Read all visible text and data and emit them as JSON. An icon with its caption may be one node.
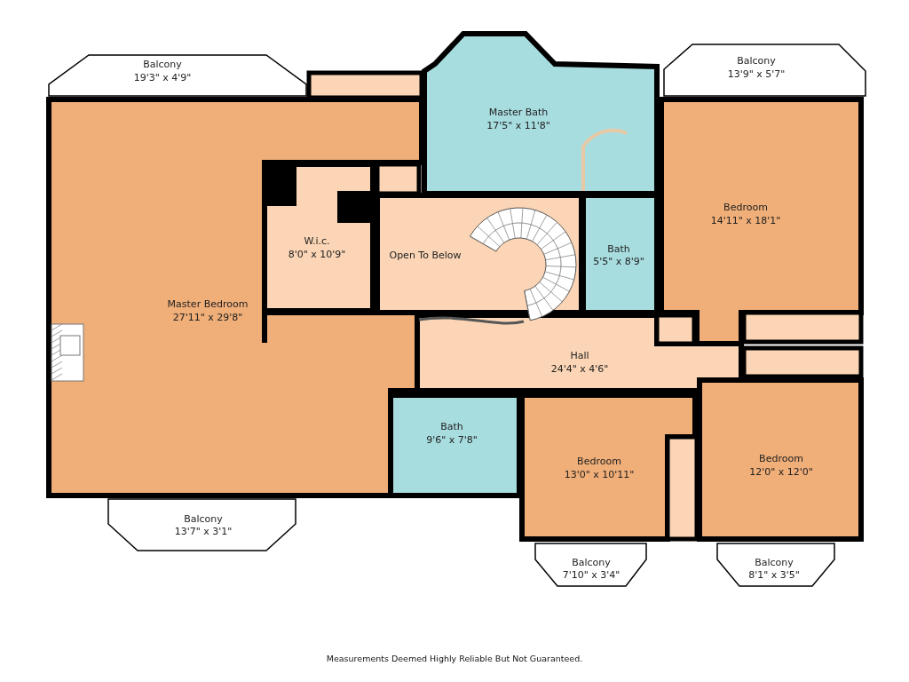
{
  "diagram": {
    "nodes": [
      {
        "text": [
          "Balcony",
          "19'3\" x 4'9\""
        ]
      },
      {
        "text": [
          "Master Bath",
          "17'5\" x 11'8\""
        ]
      },
      {
        "text": [
          "Balcony",
          "13'9\" x 5'7\""
        ]
      },
      {
        "text": [
          "Bedroom",
          "14'11\" x 18'1\""
        ]
      },
      {
        "text": [
          "W.i.c.",
          "8'0\" x 10'9\""
        ]
      },
      {
        "text": [
          "Open To Below"
        ]
      },
      {
        "text": [
          "Bath",
          "5'5\" x 8'9\""
        ]
      },
      {
        "text": [
          "Master Bedroom",
          "27'11\" x 29'8\""
        ]
      },
      {
        "text": [
          "Hall",
          "24'4\" x 4'6\""
        ]
      },
      {
        "text": [
          "Bath",
          "9'6\" x 7'8\""
        ]
      },
      {
        "text": [
          "Bedroom",
          "13'0\" x 10'11\""
        ]
      },
      {
        "text": [
          "Bedroom",
          "12'0\" x 12'0\""
        ]
      },
      {
        "text": [
          "Balcony",
          "13'7\" x 3'1\""
        ]
      },
      {
        "text": [
          "Balcony",
          "7'10\" x 3'4\""
        ]
      },
      {
        "text": [
          "Balcony",
          "8'1\" x 3'5\""
        ]
      },
      {
        "text": [],
        "shape": "box"
      },
      {
        "text": [],
        "shape": "box"
      },
      {
        "text": [],
        "shape": "box"
      },
      {
        "text": [],
        "shape": "box"
      },
      {
        "text": [],
        "shape": "box"
      },
      {
        "text": [],
        "shape": "box"
      }
    ],
    "labels": [
      "Measurements Deemed Highly Reliable But Not Guaranteed."
    ]
  }
}
